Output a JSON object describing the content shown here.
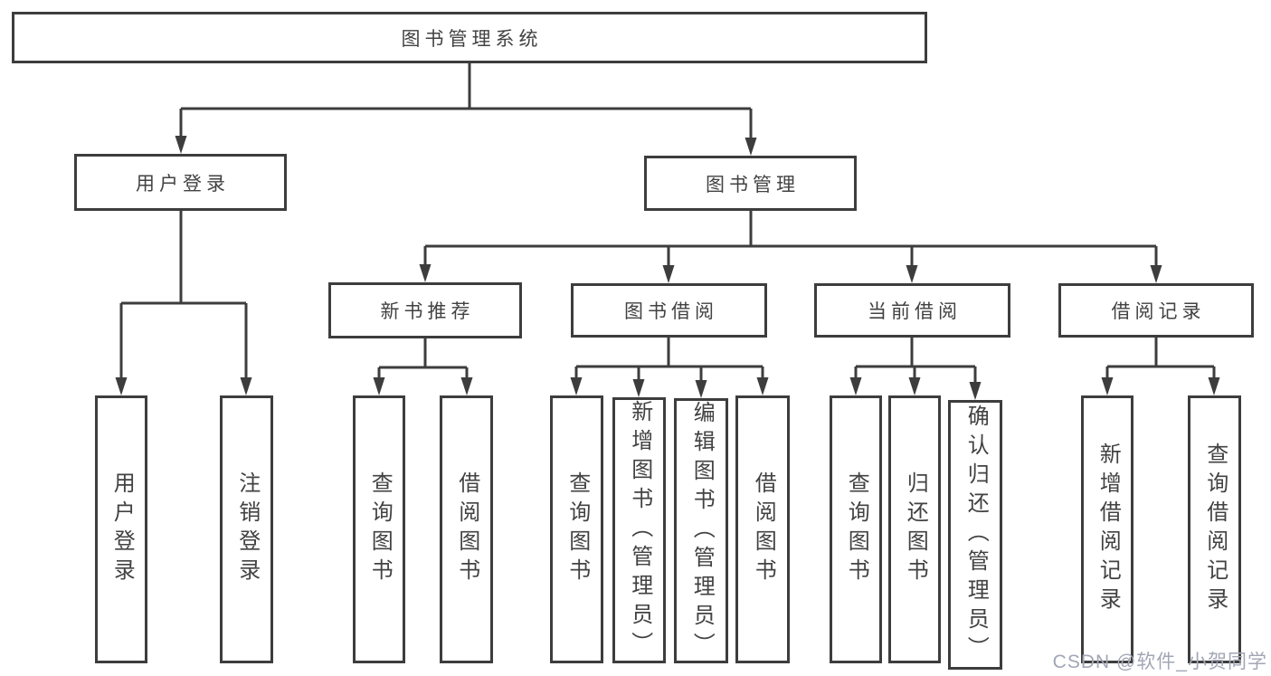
{
  "colors": {
    "line": "#3d3d3d",
    "text": "#424242",
    "box_bg": "#ffffff",
    "bg": "#ffffff",
    "watermark": "#a2a6b6"
  },
  "tree": {
    "root": "图书管理系统",
    "branches": [
      {
        "label": "用户登录",
        "leaves": [
          "用户登录",
          "注销登录"
        ]
      },
      {
        "label": "图书管理",
        "groups": [
          {
            "label": "新书推荐",
            "leaves": [
              "查询图书",
              "借阅图书"
            ]
          },
          {
            "label": "图书借阅",
            "leaves": [
              "查询图书",
              "新增图书（管理员）",
              "编辑图书（管理员）",
              "借阅图书"
            ]
          },
          {
            "label": "当前借阅",
            "leaves": [
              "查询图书",
              "归还图书",
              "确认归还（管理员）"
            ]
          },
          {
            "label": "借阅记录",
            "leaves": [
              "新增借阅记录",
              "查询借阅记录"
            ]
          }
        ]
      }
    ]
  },
  "page": {
    "watermark": "CSDN @软件_小贺同学"
  }
}
